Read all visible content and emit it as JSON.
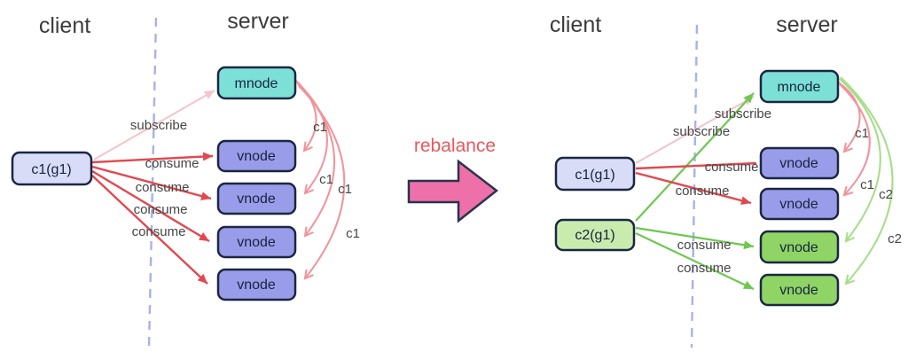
{
  "colors": {
    "mnode_fill": "#7de0d6",
    "vnode_purple_fill": "#999ce9",
    "vnode_green_fill": "#8fd464",
    "client_c1_fill": "#d8dcf7",
    "client_c2_fill": "#c9ecae",
    "node_border": "#1b2742",
    "consume_red": "#e2484f",
    "subscribe_pink": "#f5c3cb",
    "channel_salmon": "#f0949b",
    "consume_green": "#6cc84f",
    "channel_green": "#a6dd88",
    "divider_blue": "#a9b1e8",
    "rebalance_arrow_pink": "#ee70a9",
    "rebalance_text_red": "#e8585c"
  },
  "left": {
    "client_title": "client",
    "server_title": "server",
    "consumer": "c1(g1)",
    "mnode": "mnode",
    "vnodes": [
      "vnode",
      "vnode",
      "vnode",
      "vnode"
    ],
    "subscribe": "subscribe",
    "consumes": [
      "consume",
      "consume",
      "consume",
      "consume"
    ],
    "channels": [
      "c1",
      "c1",
      "c1",
      "c1"
    ]
  },
  "transition": {
    "label": "rebalance"
  },
  "right": {
    "client_title": "client",
    "server_title": "server",
    "consumers": [
      "c1(g1)",
      "c2(g1)"
    ],
    "mnode": "mnode",
    "vnodes": [
      "vnode",
      "vnode",
      "vnode",
      "vnode"
    ],
    "subscribes": [
      "subscribe",
      "subscribe"
    ],
    "consumes": [
      "consume",
      "consume",
      "consume",
      "consume"
    ],
    "channels": [
      "c1",
      "c1",
      "c2",
      "c2"
    ]
  }
}
